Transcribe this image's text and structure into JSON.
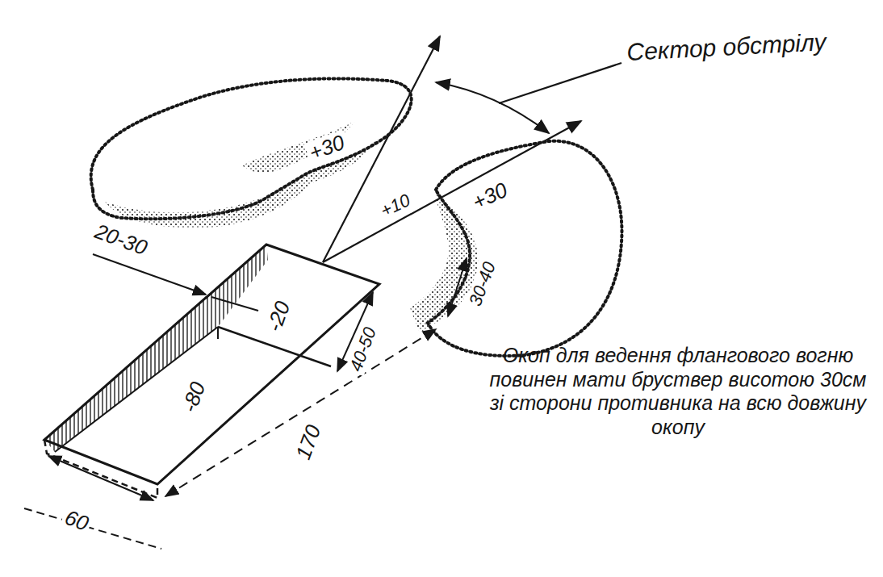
{
  "diagram": {
    "labels": [
      "Сектор обстрілу",
      "+30",
      "+10",
      "+30",
      "20-30",
      "30-40",
      "-20",
      "40-50",
      "-80",
      "170",
      "60",
      "Окоп для ведення флангового вогню повинен мати бруствер висотою 30см зі сторони противника на всю довжину окопу"
    ]
  }
}
